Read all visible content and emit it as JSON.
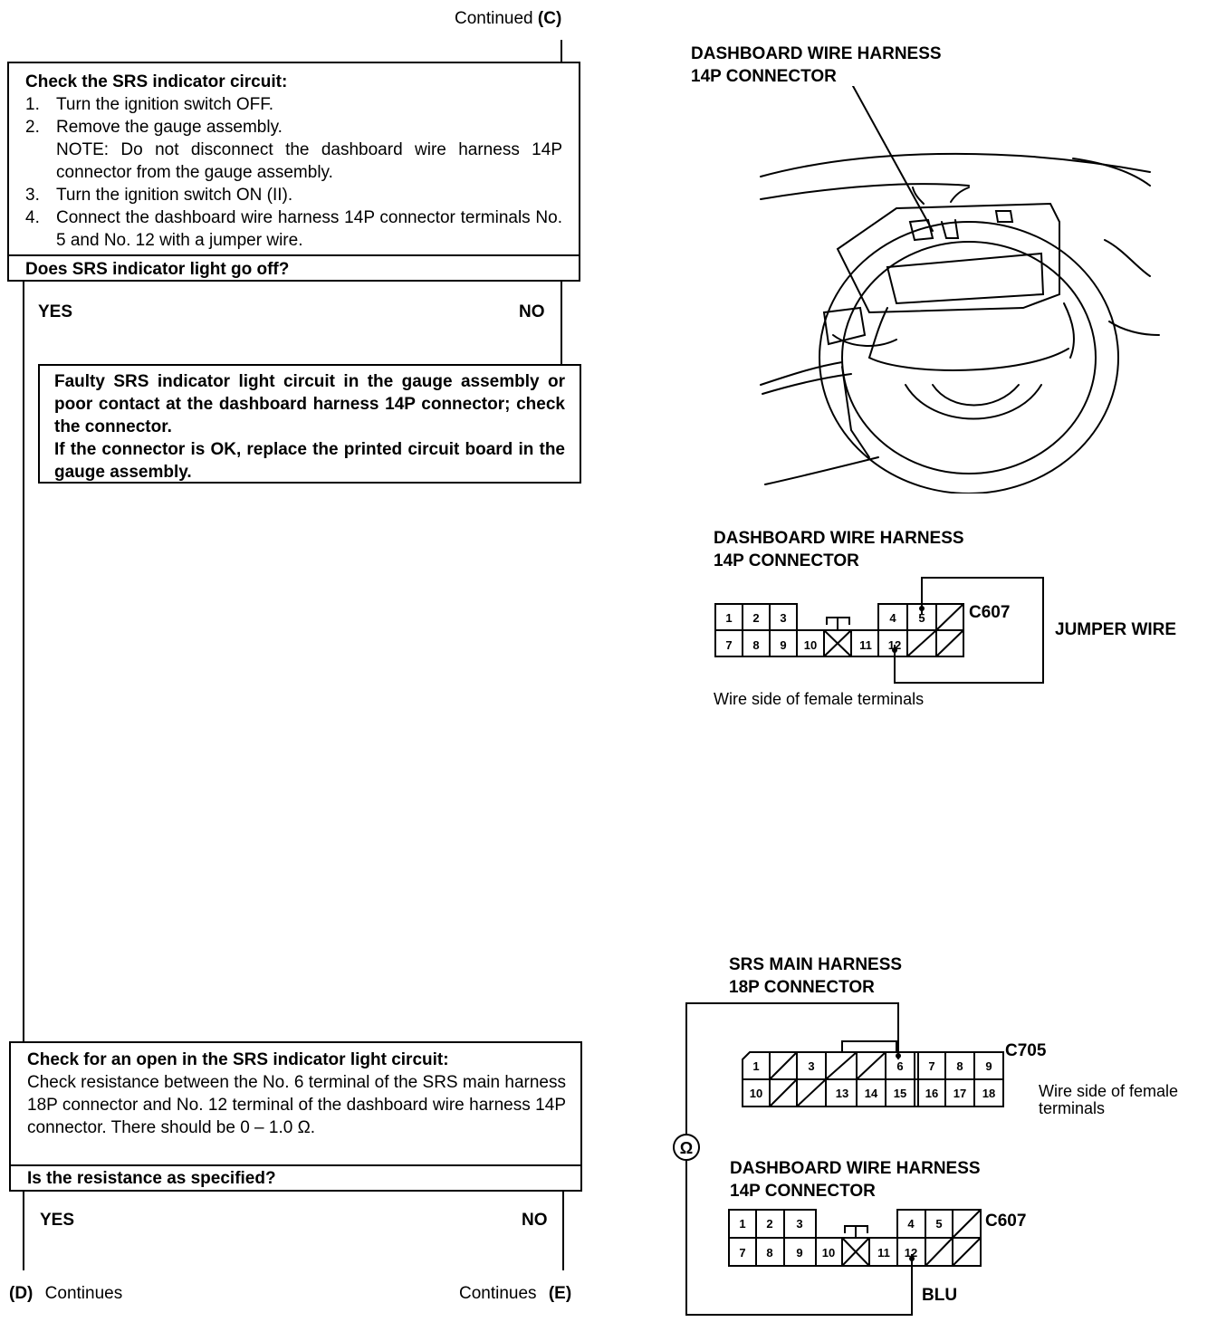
{
  "top": {
    "continued_label": "Continued",
    "continued_code": "(C)"
  },
  "box1": {
    "title": "Check the SRS indicator circuit:",
    "steps": [
      {
        "num": "1.",
        "text": "Turn the ignition switch OFF."
      },
      {
        "num": "2.",
        "text": "Remove the gauge assembly."
      },
      {
        "num": "",
        "text": "NOTE: Do not disconnect the dashboard wire harness 14P connector from the gauge assembly."
      },
      {
        "num": "3.",
        "text": "Turn the ignition switch ON (II)."
      },
      {
        "num": "4.",
        "text": "Connect the dashboard wire harness 14P connector terminals No. 5 and No. 12 with a jumper wire."
      }
    ],
    "question": "Does SRS indicator light go off?"
  },
  "branch1": {
    "yes": "YES",
    "no": "NO"
  },
  "box2": {
    "text": "Faulty SRS indicator light circuit in the gauge assembly or poor contact at the dashboard harness 14P connector; check the connector.",
    "text2": "If the connector is OK, replace the printed circuit board in the gauge assembly."
  },
  "box3": {
    "title": "Check for an open in the SRS indicator light circuit:",
    "text": "Check resistance between the No. 6 terminal of the SRS main harness 18P connector and No. 12 terminal of the dashboard wire harness 14P connector. There should be 0 – 1.0 Ω.",
    "question": "Is the resistance as specified?"
  },
  "branch2": {
    "yes": "YES",
    "no": "NO"
  },
  "bottom": {
    "left_code": "(D)",
    "left_label": "Continues",
    "right_label": "Continues",
    "right_code": "(E)"
  },
  "fig1": {
    "label_line1": "DASHBOARD WIRE HARNESS",
    "label_line2": "14P CONNECTOR"
  },
  "fig2": {
    "label_line1": "DASHBOARD WIRE HARNESS",
    "label_line2": "14P CONNECTOR",
    "code": "C607",
    "jumper": "JUMPER WIRE",
    "note": "Wire side of female terminals",
    "top_pins": [
      "1",
      "2",
      "3",
      "4",
      "5"
    ],
    "bottom_pins": [
      "7",
      "8",
      "9",
      "10",
      "11",
      "12"
    ]
  },
  "fig3": {
    "srs_label_line1": "SRS MAIN HARNESS",
    "srs_label_line2": "18P CONNECTOR",
    "srs_code": "C705",
    "srs_note_line1": "Wire side of female",
    "srs_note_line2": "terminals",
    "srs_top_pins": [
      "1",
      "3",
      "6",
      "7",
      "8",
      "9"
    ],
    "srs_bottom_pins": [
      "10",
      "13",
      "14",
      "15",
      "16",
      "17",
      "18"
    ],
    "dash_label_line1": "DASHBOARD WIRE HARNESS",
    "dash_label_line2": "14P CONNECTOR",
    "dash_code": "C607",
    "dash_top_pins": [
      "1",
      "2",
      "3",
      "4",
      "5"
    ],
    "dash_bottom_pins": [
      "7",
      "8",
      "9",
      "10",
      "11",
      "12"
    ],
    "wire_color": "BLU",
    "ohm_symbol": "Ω"
  }
}
